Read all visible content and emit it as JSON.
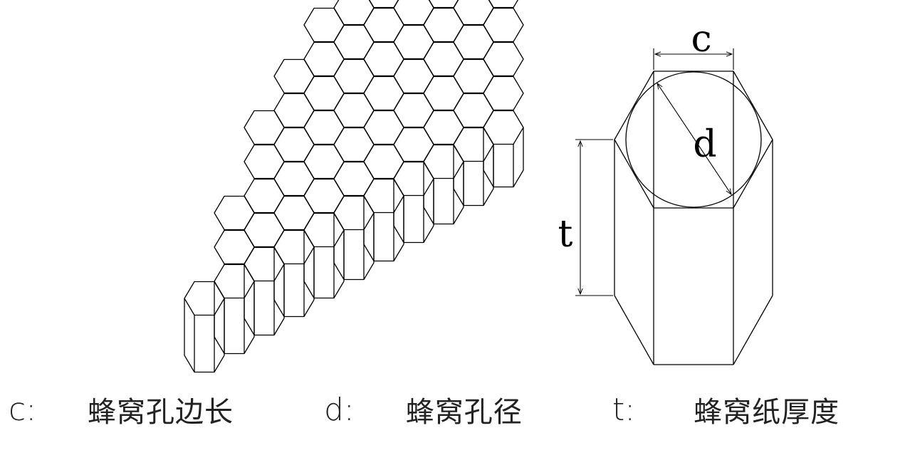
{
  "labels": {
    "c": "c",
    "d": "d",
    "t": "t"
  },
  "legend": [
    {
      "symbol": "c:",
      "text": "蜂窝孔边长"
    },
    {
      "symbol": "d:",
      "text": "蜂窝孔径"
    },
    {
      "symbol": "t:",
      "text": "蜂窝纸厚度"
    }
  ]
}
